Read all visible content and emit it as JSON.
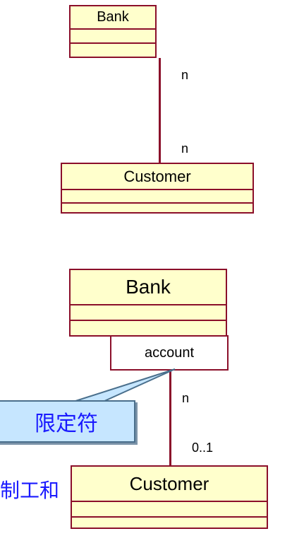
{
  "diagram": {
    "top": {
      "class_a": {
        "name": "Bank"
      },
      "class_b": {
        "name": "Customer"
      },
      "multiplicity_a": "n",
      "multiplicity_b": "n"
    },
    "bottom": {
      "class_a": {
        "name": "Bank"
      },
      "class_b": {
        "name": "Customer"
      },
      "qualifier": "account",
      "multiplicity_a": "n",
      "multiplicity_b": "0..1",
      "callout": "限定符"
    },
    "footer_text": "制工和"
  },
  "colors": {
    "class_fill": "#ffffcc",
    "class_border": "#8b0f2a",
    "callout_fill": "#c6e6ff",
    "callout_text": "#1a1aff"
  }
}
